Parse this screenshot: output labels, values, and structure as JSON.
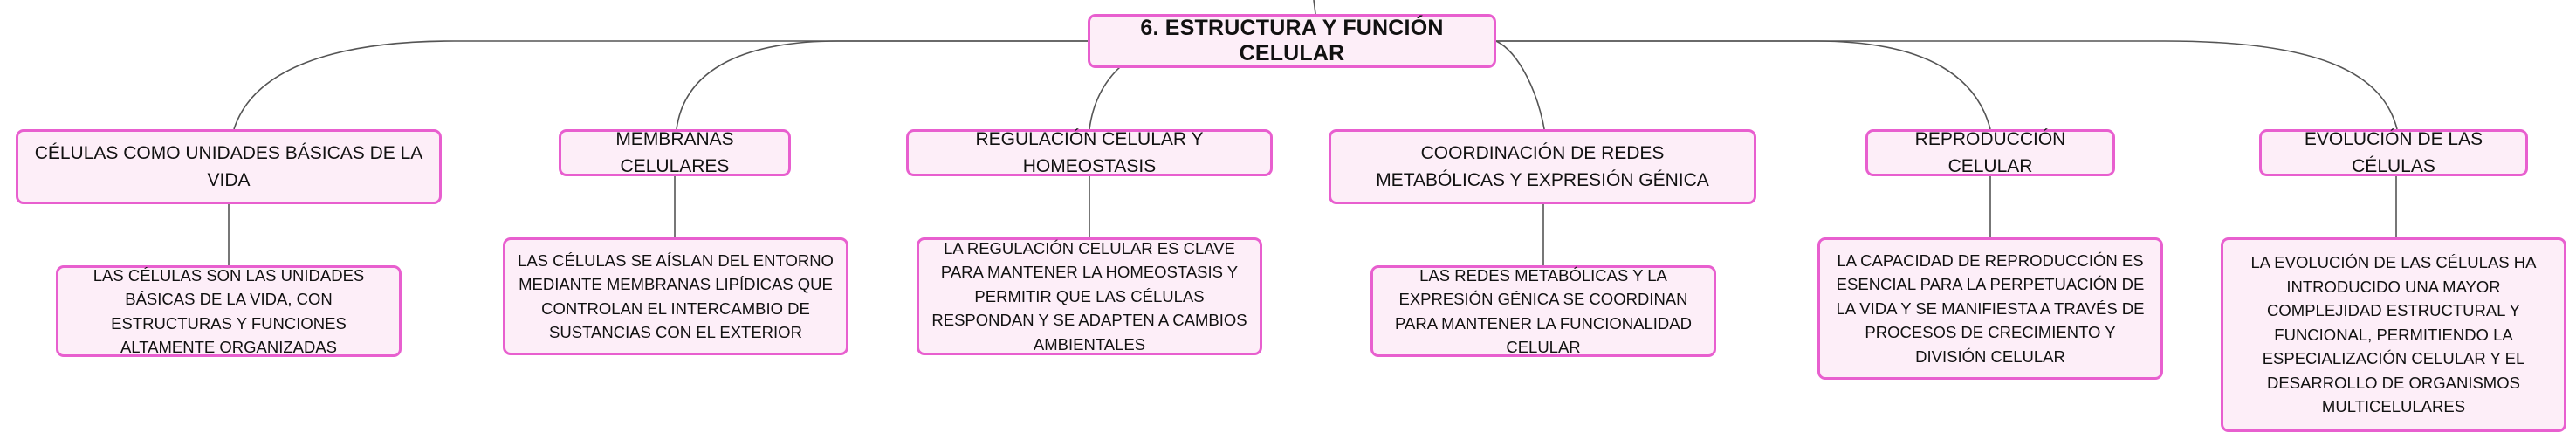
{
  "root": {
    "label": "6. ESTRUCTURA Y FUNCIÓN CELULAR"
  },
  "branches": [
    {
      "label": "CÉLULAS COMO UNIDADES BÁSICAS DE LA VIDA",
      "description": "LAS CÉLULAS SON LAS UNIDADES BÁSICAS DE LA VIDA, CON ESTRUCTURAS Y FUNCIONES ALTAMENTE ORGANIZADAS"
    },
    {
      "label": "MEMBRANAS CELULARES",
      "description": "LAS CÉLULAS SE AÍSLAN DEL ENTORNO MEDIANTE MEMBRANAS LIPÍDICAS QUE CONTROLAN EL INTERCAMBIO DE SUSTANCIAS CON EL EXTERIOR"
    },
    {
      "label": "REGULACIÓN CELULAR Y HOMEOSTASIS",
      "description": "LA REGULACIÓN CELULAR ES CLAVE PARA MANTENER LA HOMEOSTASIS Y PERMITIR QUE LAS CÉLULAS RESPONDAN Y SE ADAPTEN A CAMBIOS AMBIENTALES"
    },
    {
      "label": "COORDINACIÓN DE REDES METABÓLICAS Y EXPRESIÓN GÉNICA",
      "description": "LAS REDES METABÓLICAS Y LA EXPRESIÓN GÉNICA SE COORDINAN PARA MANTENER LA FUNCIONALIDAD CELULAR"
    },
    {
      "label": "REPRODUCCIÓN CELULAR",
      "description": "LA CAPACIDAD DE REPRODUCCIÓN ES ESENCIAL PARA LA PERPETUACIÓN DE LA VIDA Y SE MANIFIESTA A TRAVÉS DE PROCESOS DE CRECIMIENTO Y DIVISIÓN CELULAR"
    },
    {
      "label": "EVOLUCIÓN DE LAS CÉLULAS",
      "description": "LA EVOLUCIÓN DE LAS CÉLULAS HA INTRODUCIDO UNA MAYOR COMPLEJIDAD ESTRUCTURAL Y FUNCIONAL, PERMITIENDO LA ESPECIALIZACIÓN CELULAR Y EL DESARROLLO DE ORGANISMOS MULTICELULARES"
    }
  ],
  "colors": {
    "node_fill": "#fdeef8",
    "node_border": "#e85fcf",
    "connector": "#555555",
    "text": "#111111"
  }
}
